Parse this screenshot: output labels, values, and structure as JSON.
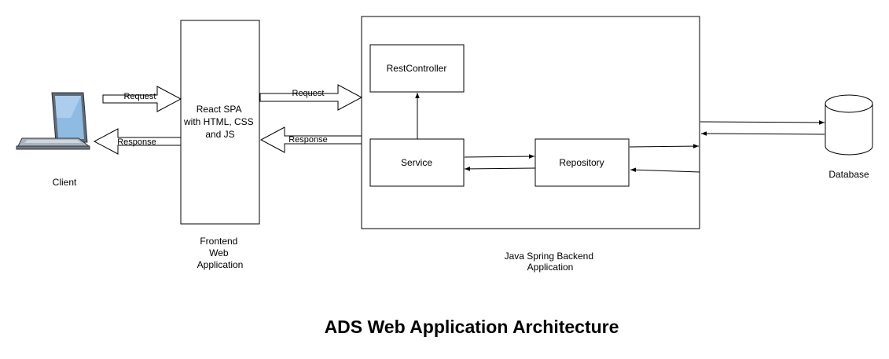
{
  "diagram": {
    "title": "ADS Web Application Architecture",
    "client": {
      "label": "Client",
      "icon": "laptop-icon"
    },
    "frontend": {
      "box_text": [
        "React SPA",
        "with HTML, CSS",
        "and JS"
      ],
      "caption": [
        "Frontend",
        "Web",
        "Application"
      ]
    },
    "backend": {
      "caption": [
        "Java Spring Backend",
        "Application"
      ],
      "rest_controller": "RestController",
      "service": "Service",
      "repository": "Repository"
    },
    "database": {
      "label": "Database",
      "icon": "database-cylinder-icon"
    },
    "connections": {
      "client_request": "Request",
      "client_response": "Response",
      "backend_request": "Request",
      "backend_response": "Response"
    },
    "colors": {
      "stroke": "#000000",
      "background": "#ffffff",
      "laptop_screen": "#8fbbe3",
      "laptop_body": "#6b7a8a"
    }
  }
}
